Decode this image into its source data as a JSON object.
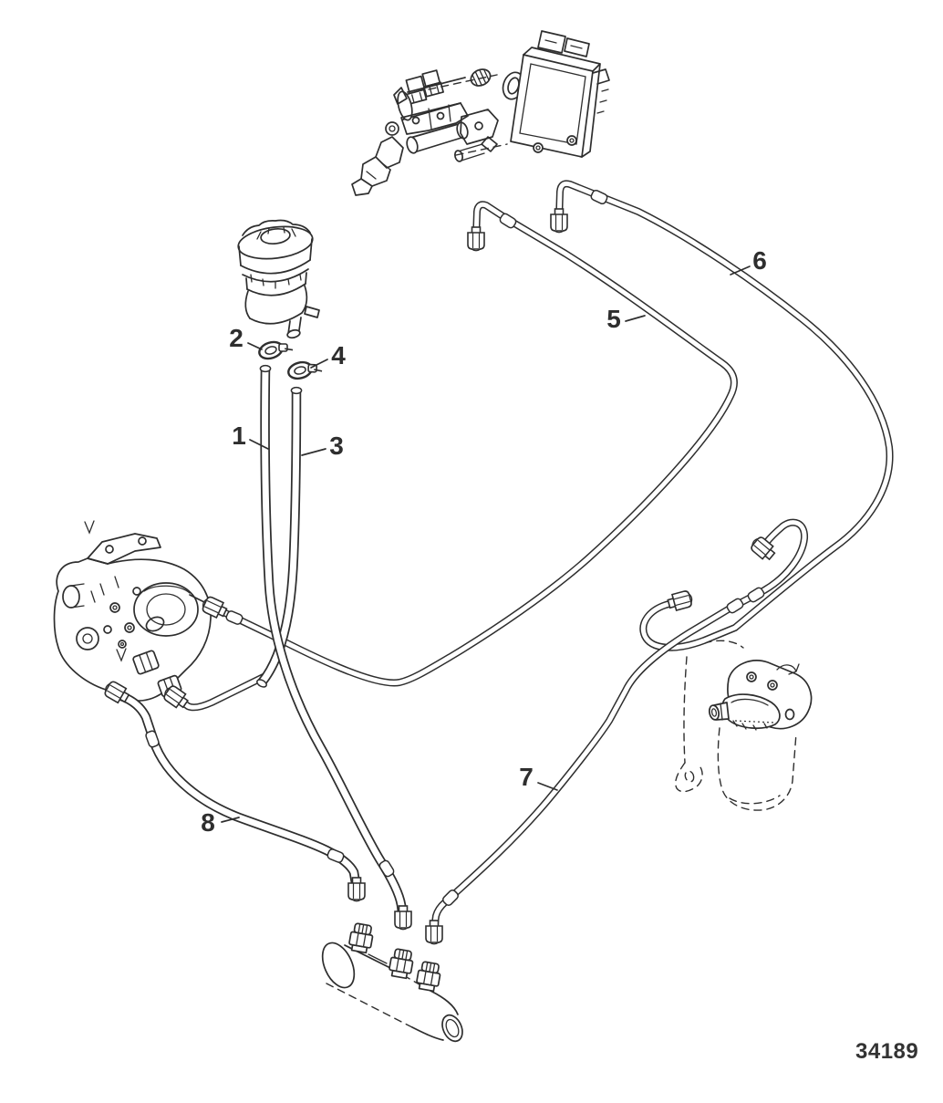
{
  "colors": {
    "line": "#2e2e2e",
    "background": "#ffffff"
  },
  "callouts": [
    "1",
    "2",
    "3",
    "4",
    "5",
    "6",
    "7",
    "8"
  ],
  "drawing_number": "34189"
}
